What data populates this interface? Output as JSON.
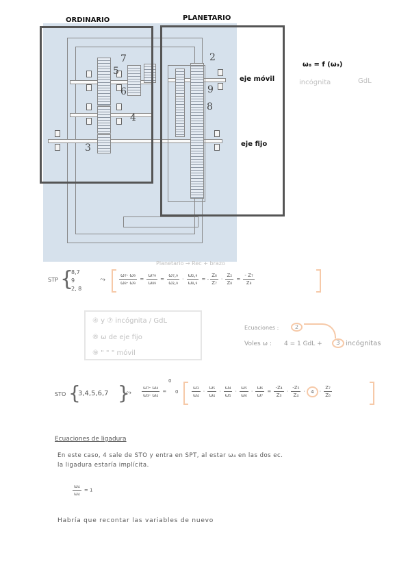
{
  "titles": {
    "ordinario": "ORDINARIO",
    "planetario": "PLANETARIO"
  },
  "gear_numbers": {
    "n2": "2",
    "n3": "3",
    "n4": "4",
    "n5": "5",
    "n6": "6",
    "n7": "7",
    "n8": "8",
    "n9": "9"
  },
  "labels": {
    "eje_movil": "eje móvil",
    "eje_fijo": "eje fijo",
    "formula_top": "ω₈ = f (ω₉)",
    "incognita": "incógnita",
    "gdl": "GdL"
  },
  "stp": {
    "label": "STP",
    "items": [
      "8,7",
      "9",
      "2, 8"
    ],
    "annotation": "Planetario → Rec + brazo",
    "lhs_num": "ω₇- ω₉",
    "lhs_den": "ω₈- ω₉",
    "t1_num": "ω₇₉",
    "t1_den": "ω₈₉",
    "t2_num": "ω₇,₉",
    "t2_den": "ω₂,₉",
    "t3_num": "ω₂,₉",
    "t3_den": "ω₈,₉",
    "t4_num": "Z₈",
    "t4_den": "Z₇",
    "t5_num": "Z₂",
    "t5_den": "Z₈",
    "result_num": "- Z₇",
    "result_den": "Z₈",
    "minus": "-"
  },
  "box": {
    "line1": "④ y ⑦ incógnita / GdL",
    "line2": "⑧ ω de eje fijo",
    "line3": "⑨   \"   \"   \"   móvil"
  },
  "ecuaciones": {
    "label": "Ecuaciones :",
    "count": "2"
  },
  "voles": {
    "label": "Voles ω :",
    "expr": "4 = 1 GdL +",
    "count": "3",
    "suffix": "incógnitas"
  },
  "sto": {
    "label": "STO",
    "items": "3,4,5,6,7",
    "lhs_num": "ω₇- ω₄",
    "lhs_den": "ω₃- ω₄",
    "sup0a": "0",
    "sup0b": "0",
    "f1_num": "ω₃",
    "f1_den": "ω₄",
    "f2_num": "ω₅",
    "f2_den": "ω₄",
    "f3_num": "ω₄",
    "f3_den": "ω₅",
    "f4_num": "ω₅",
    "f4_den": "ω₆",
    "f5_num": "ω₆",
    "f5_den": "ω₇",
    "g1_num": "-Z₄",
    "g1_den": "Z₃",
    "g2_num": "-Z₅",
    "g2_den": "Z₄",
    "circle": "4",
    "r_num": "Z₇",
    "r_den": "Z₆"
  },
  "ligadura": {
    "heading": "Ecuaciones de ligadura",
    "text1": "En este caso, 4 sale de STO y entra en SPT, al estar ω₄ en las dos ec.",
    "text2": "la ligadura estaría implícita.",
    "frac_num": "ω₄",
    "frac_den": "ω₄",
    "frac_eq": "= 1",
    "footer": "Habría que recontar las variables de nuevo"
  }
}
